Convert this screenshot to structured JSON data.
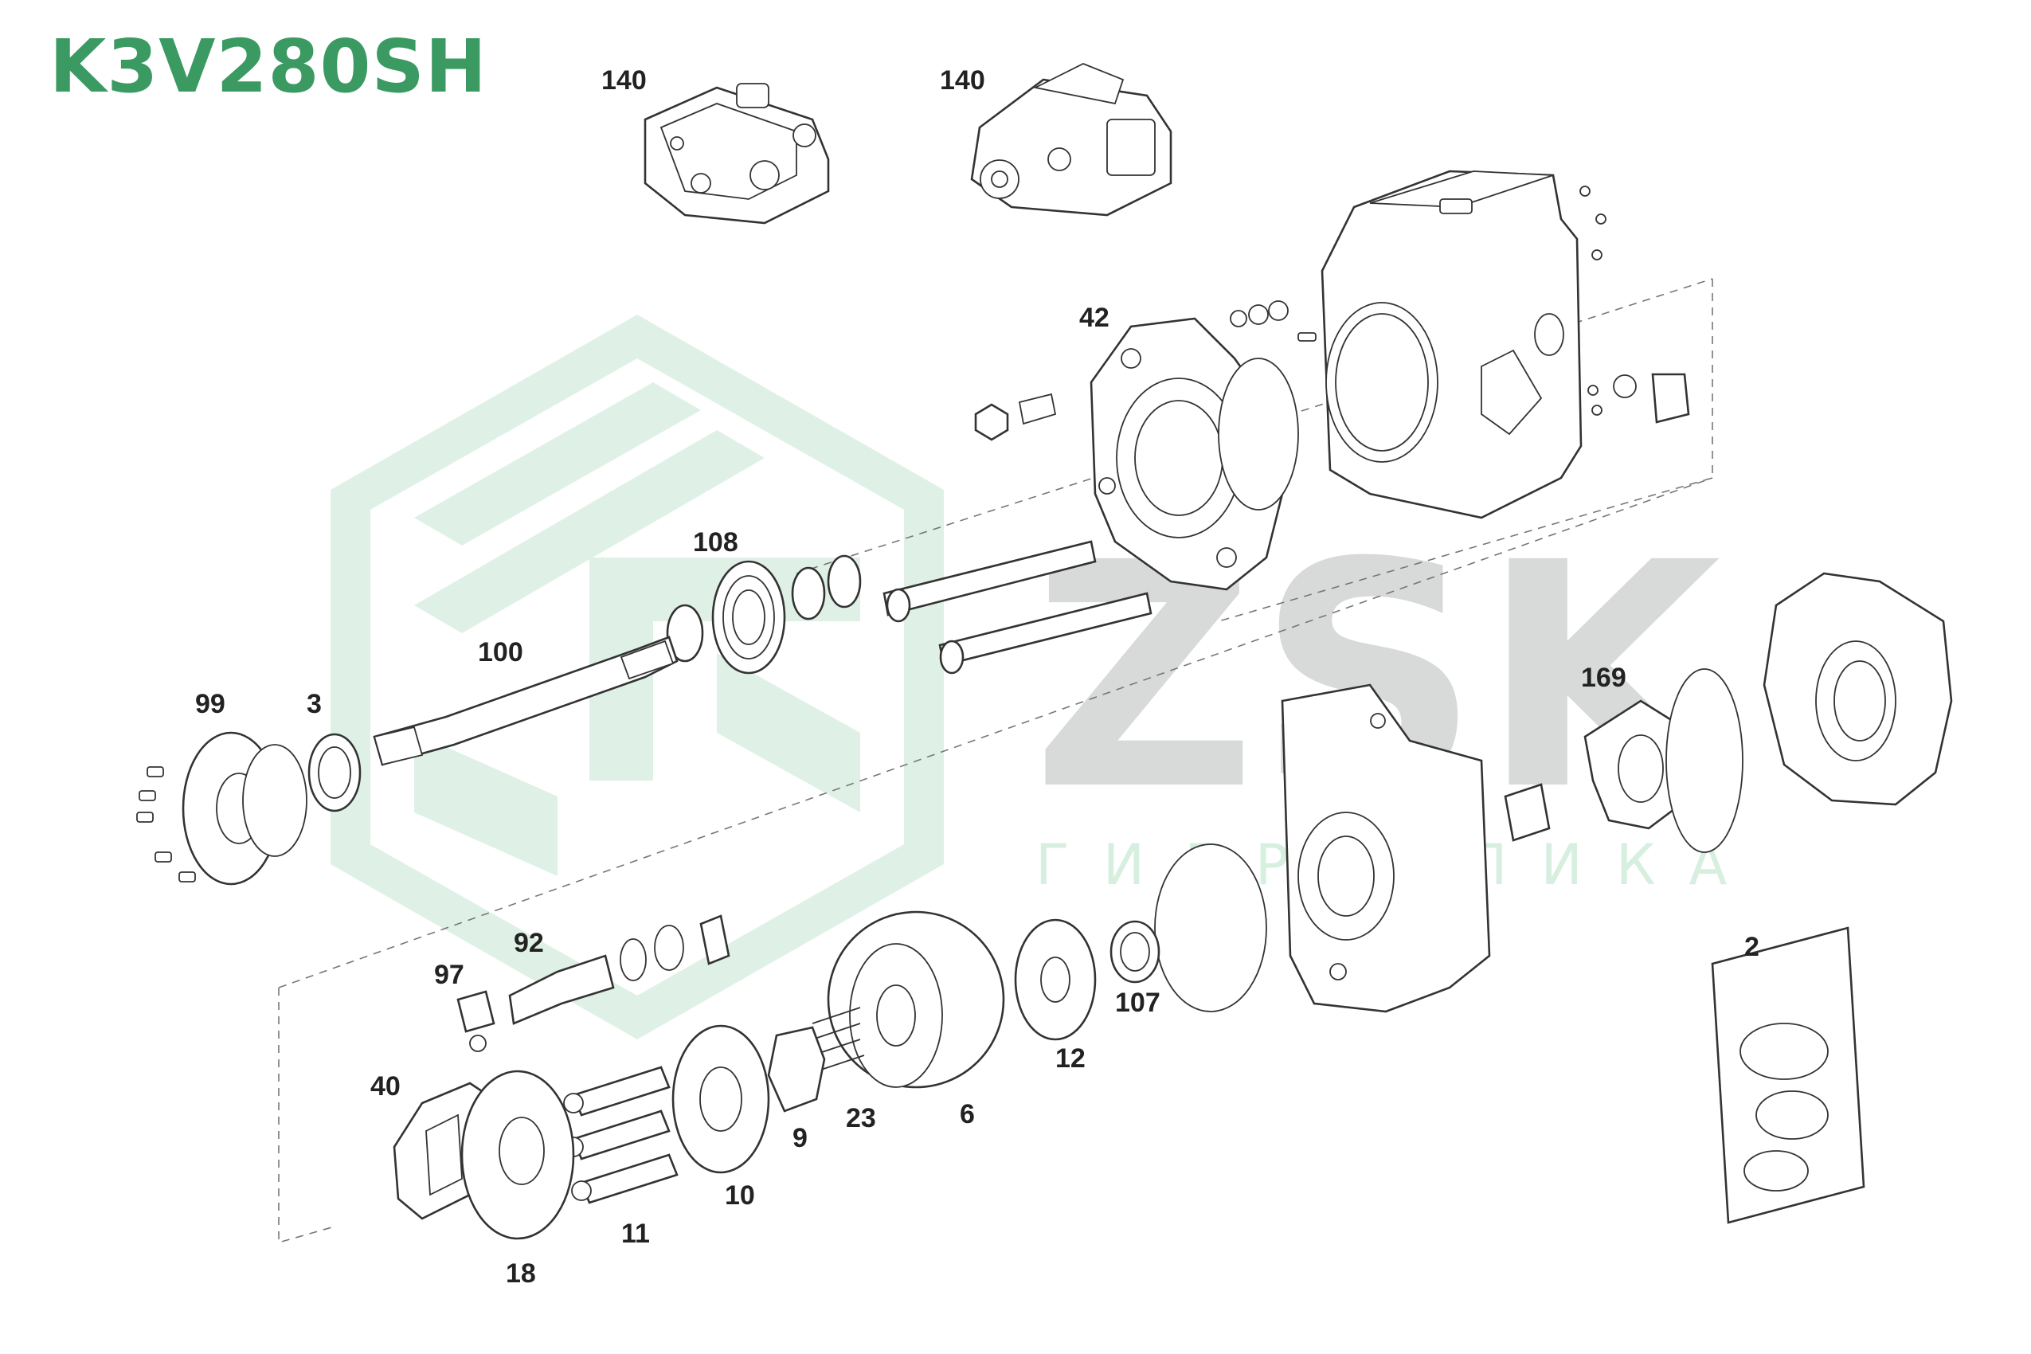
{
  "title": "K3V280SH",
  "watermark": {
    "brand": "ZSK",
    "subtitle": "ГИДРАВЛИКА",
    "brand_color": "#d8dad9",
    "logo_color": "#dff1e6"
  },
  "accent_color": "#3a9a62",
  "callouts": {
    "c140a": "140",
    "c140b": "140",
    "c42": "42",
    "c108": "108",
    "c100": "100",
    "c99": "99",
    "c3": "3",
    "c169": "169",
    "c92": "92",
    "c97": "97",
    "c107": "107",
    "c12": "12",
    "c6": "6",
    "c23": "23",
    "c9": "9",
    "c10": "10",
    "c11": "11",
    "c40": "40",
    "c18": "18",
    "c2": "2"
  }
}
